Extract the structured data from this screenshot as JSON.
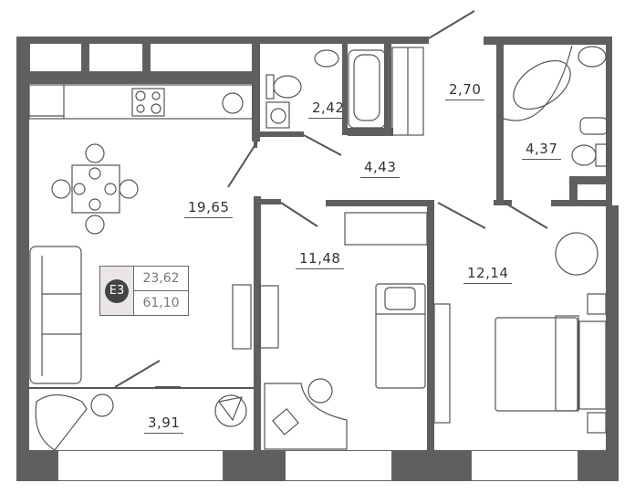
{
  "plan": {
    "type": "apartment floor plan",
    "badge": {
      "label": "E3",
      "living_area": "23,62",
      "total_area": "61,10"
    },
    "rooms": [
      {
        "id": "kitchen-living",
        "area": "19,65"
      },
      {
        "id": "bathroom-small",
        "area": "2,42"
      },
      {
        "id": "hall-entry",
        "area": "2,70"
      },
      {
        "id": "corridor",
        "area": "4,43"
      },
      {
        "id": "bathroom-large",
        "area": "4,37"
      },
      {
        "id": "bedroom-small",
        "area": "11,48"
      },
      {
        "id": "bedroom-large",
        "area": "12,14"
      },
      {
        "id": "balcony",
        "area": "3,91"
      }
    ],
    "colors": {
      "wall": "#5f5f5f",
      "line": "#555555",
      "badge_bg": "#ebe6e6",
      "badge_circle": "#444444"
    }
  }
}
